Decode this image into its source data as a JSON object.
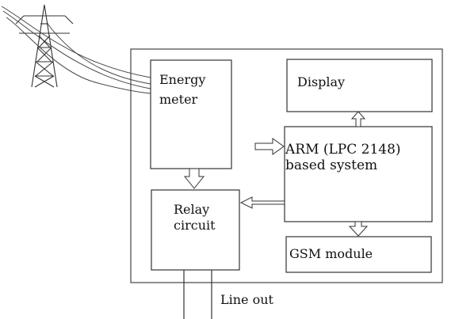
{
  "blocks": {
    "energy_meter": {
      "line1": "Energy",
      "line2": "meter"
    },
    "display": {
      "label": "Display"
    },
    "arm_system": {
      "line1": "ARM (LPC 2148)",
      "line2": "based system"
    },
    "relay_circuit": {
      "line1": "Relay",
      "line2": "circuit"
    },
    "gsm_module": {
      "label": "GSM module"
    }
  },
  "labels": {
    "line_out": "Line out"
  }
}
